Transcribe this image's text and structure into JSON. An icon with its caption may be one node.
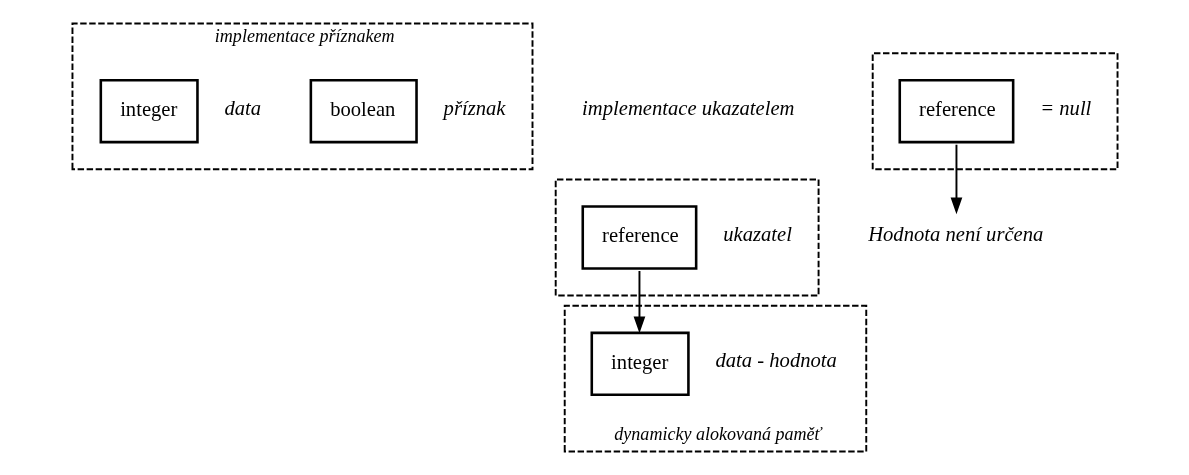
{
  "diagram": {
    "nodes": [
      {
        "text": [
          "implementace příznakem"
        ]
      },
      {
        "text": [
          "boolean"
        ],
        "in": 0,
        "beside": [
          "příznak"
        ]
      },
      {
        "text": [
          "integer"
        ],
        "in": 0,
        "beside": [
          "data"
        ]
      },
      {
        "text": [],
        "shape": "box"
      },
      {
        "text": [
          "reference"
        ],
        "in": 3,
        "beside": [
          "ukazatel"
        ]
      },
      {
        "text": [
          "dynamicky alokovaná paměť"
        ]
      },
      {
        "text": [
          "integer"
        ],
        "in": 5,
        "beside": [
          "data - hodnota"
        ]
      },
      {
        "text": [],
        "shape": "box"
      },
      {
        "text": [
          "reference"
        ],
        "in": 7,
        "beside": [
          "= null"
        ]
      },
      {
        "text": [
          "Hodnota není určena"
        ]
      }
    ],
    "edges": [
      {
        "from": 4,
        "to": 6,
        "arrow": "to"
      },
      {
        "from": 8,
        "to": 9,
        "arrow": "to"
      }
    ],
    "labels": [
      "implementace ukazatelem"
    ]
  }
}
